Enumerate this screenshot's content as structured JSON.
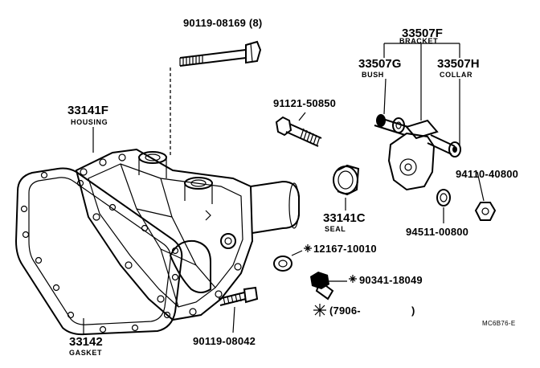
{
  "parts": {
    "bolt_top": "90119-08169 (8)",
    "housing_num": "33141F",
    "housing_name": "HOUSING",
    "bolt_mid": "91121-50850",
    "bracket_num": "33507F",
    "bracket_name": "BRACKET",
    "bush_num": "33507G",
    "bush_name": "BUSH",
    "collar_num": "33507H",
    "collar_name": "COLLAR",
    "nut_num": "94110-40800",
    "seal_num": "33141C",
    "seal_name": "SEAL",
    "washer_num": "94511-00800",
    "gasket_small_num": "12167-10010",
    "plug_num": "90341-18049",
    "gasket_num": "33142",
    "gasket_name": "GASKET",
    "bolt_bottom": "90119-08042"
  },
  "footnote": "(7906-",
  "footnote_close": ")",
  "drawing_code": "MC6B76-E"
}
